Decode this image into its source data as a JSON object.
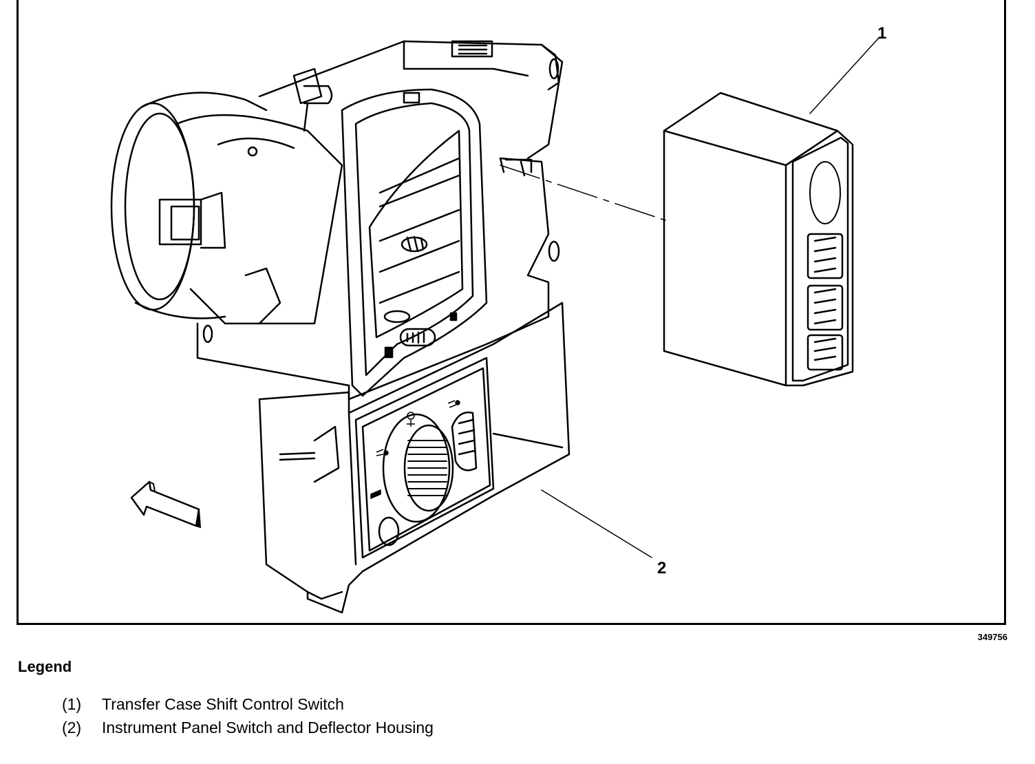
{
  "callouts": [
    {
      "number": "1"
    },
    {
      "number": "2"
    }
  ],
  "figure_id": "349756",
  "legend": {
    "title": "Legend",
    "items": [
      {
        "number": "(1)",
        "text": "Transfer Case Shift Control Switch"
      },
      {
        "number": "(2)",
        "text": "Instrument Panel Switch and Deflector Housing"
      }
    ]
  },
  "icons": [
    "direction-arrow-icon",
    "headlamp-icon",
    "dome-lamp-icon",
    "fog-lamp-icon",
    "park-lamp-icon"
  ]
}
